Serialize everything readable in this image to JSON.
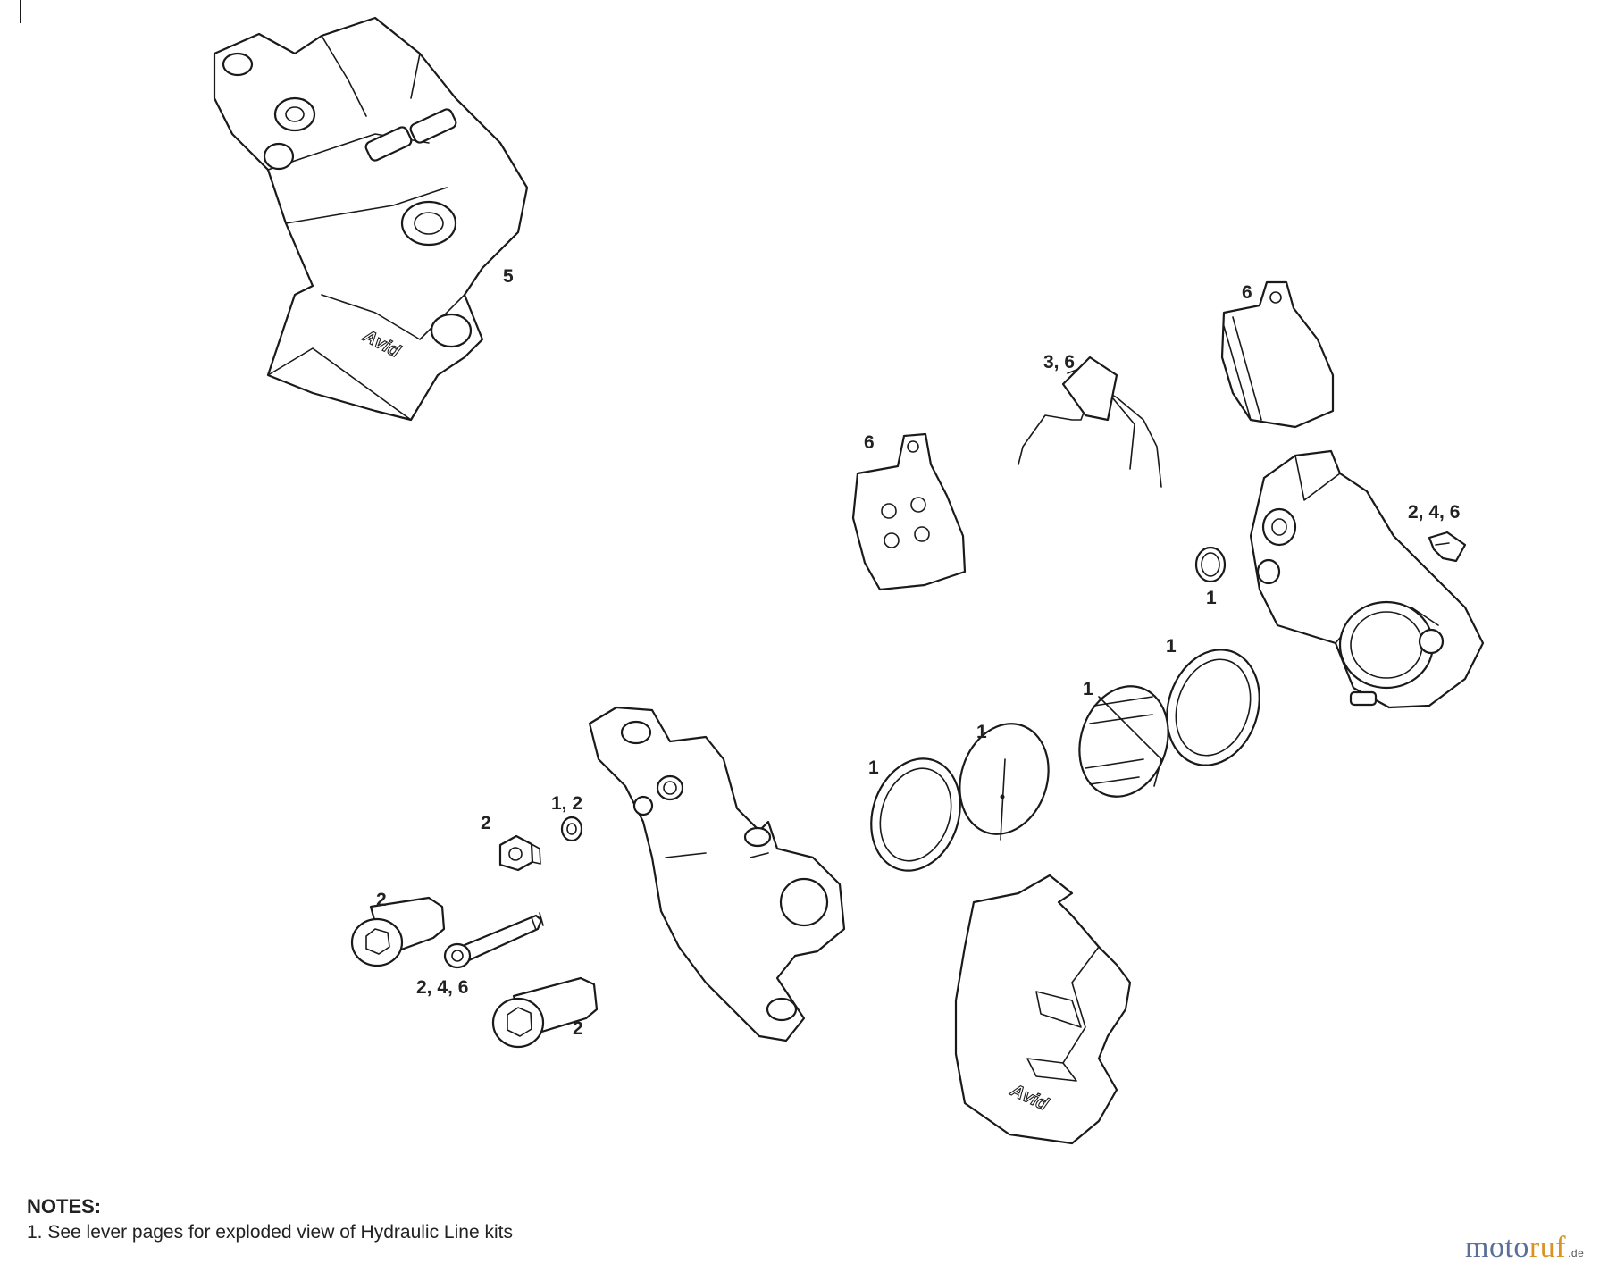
{
  "diagram": {
    "callouts": [
      "5",
      "6",
      "3, 6",
      "6",
      "2, 4, 6",
      "1",
      "1",
      "1",
      "1",
      "1",
      "1, 2",
      "2",
      "2",
      "2, 4, 6",
      "2"
    ],
    "brand_marks": [
      "Avid",
      "Avid"
    ]
  },
  "notes": {
    "title": "NOTES:",
    "items": [
      "1. See lever pages for exploded view of Hydraulic Line kits"
    ]
  },
  "watermark": {
    "main": "moto",
    "accent": "ruf",
    "tld": ".de"
  }
}
